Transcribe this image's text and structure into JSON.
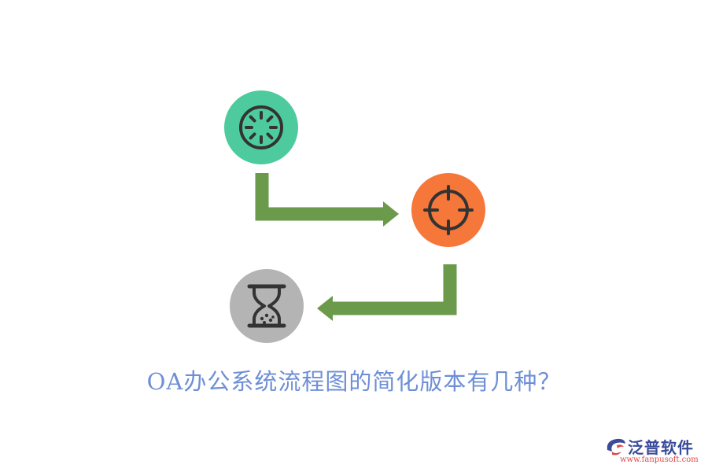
{
  "caption": "OA办公系统流程图的简化版本有几种？",
  "logo": {
    "name": "泛普软件",
    "url": "www.fanpusoft.com"
  },
  "nodes": [
    {
      "icon": "wheel-icon",
      "color": "#4ecb9e"
    },
    {
      "icon": "crosshair-icon",
      "color": "#f5773a"
    },
    {
      "icon": "hourglass-icon",
      "color": "#b4b4b4"
    }
  ],
  "colors": {
    "arrow": "#6a9a4a",
    "caption": "#6e8fd6",
    "icon_stroke": "#333333",
    "logo_blue": "#3b4b9a",
    "logo_red": "#e0484a"
  }
}
